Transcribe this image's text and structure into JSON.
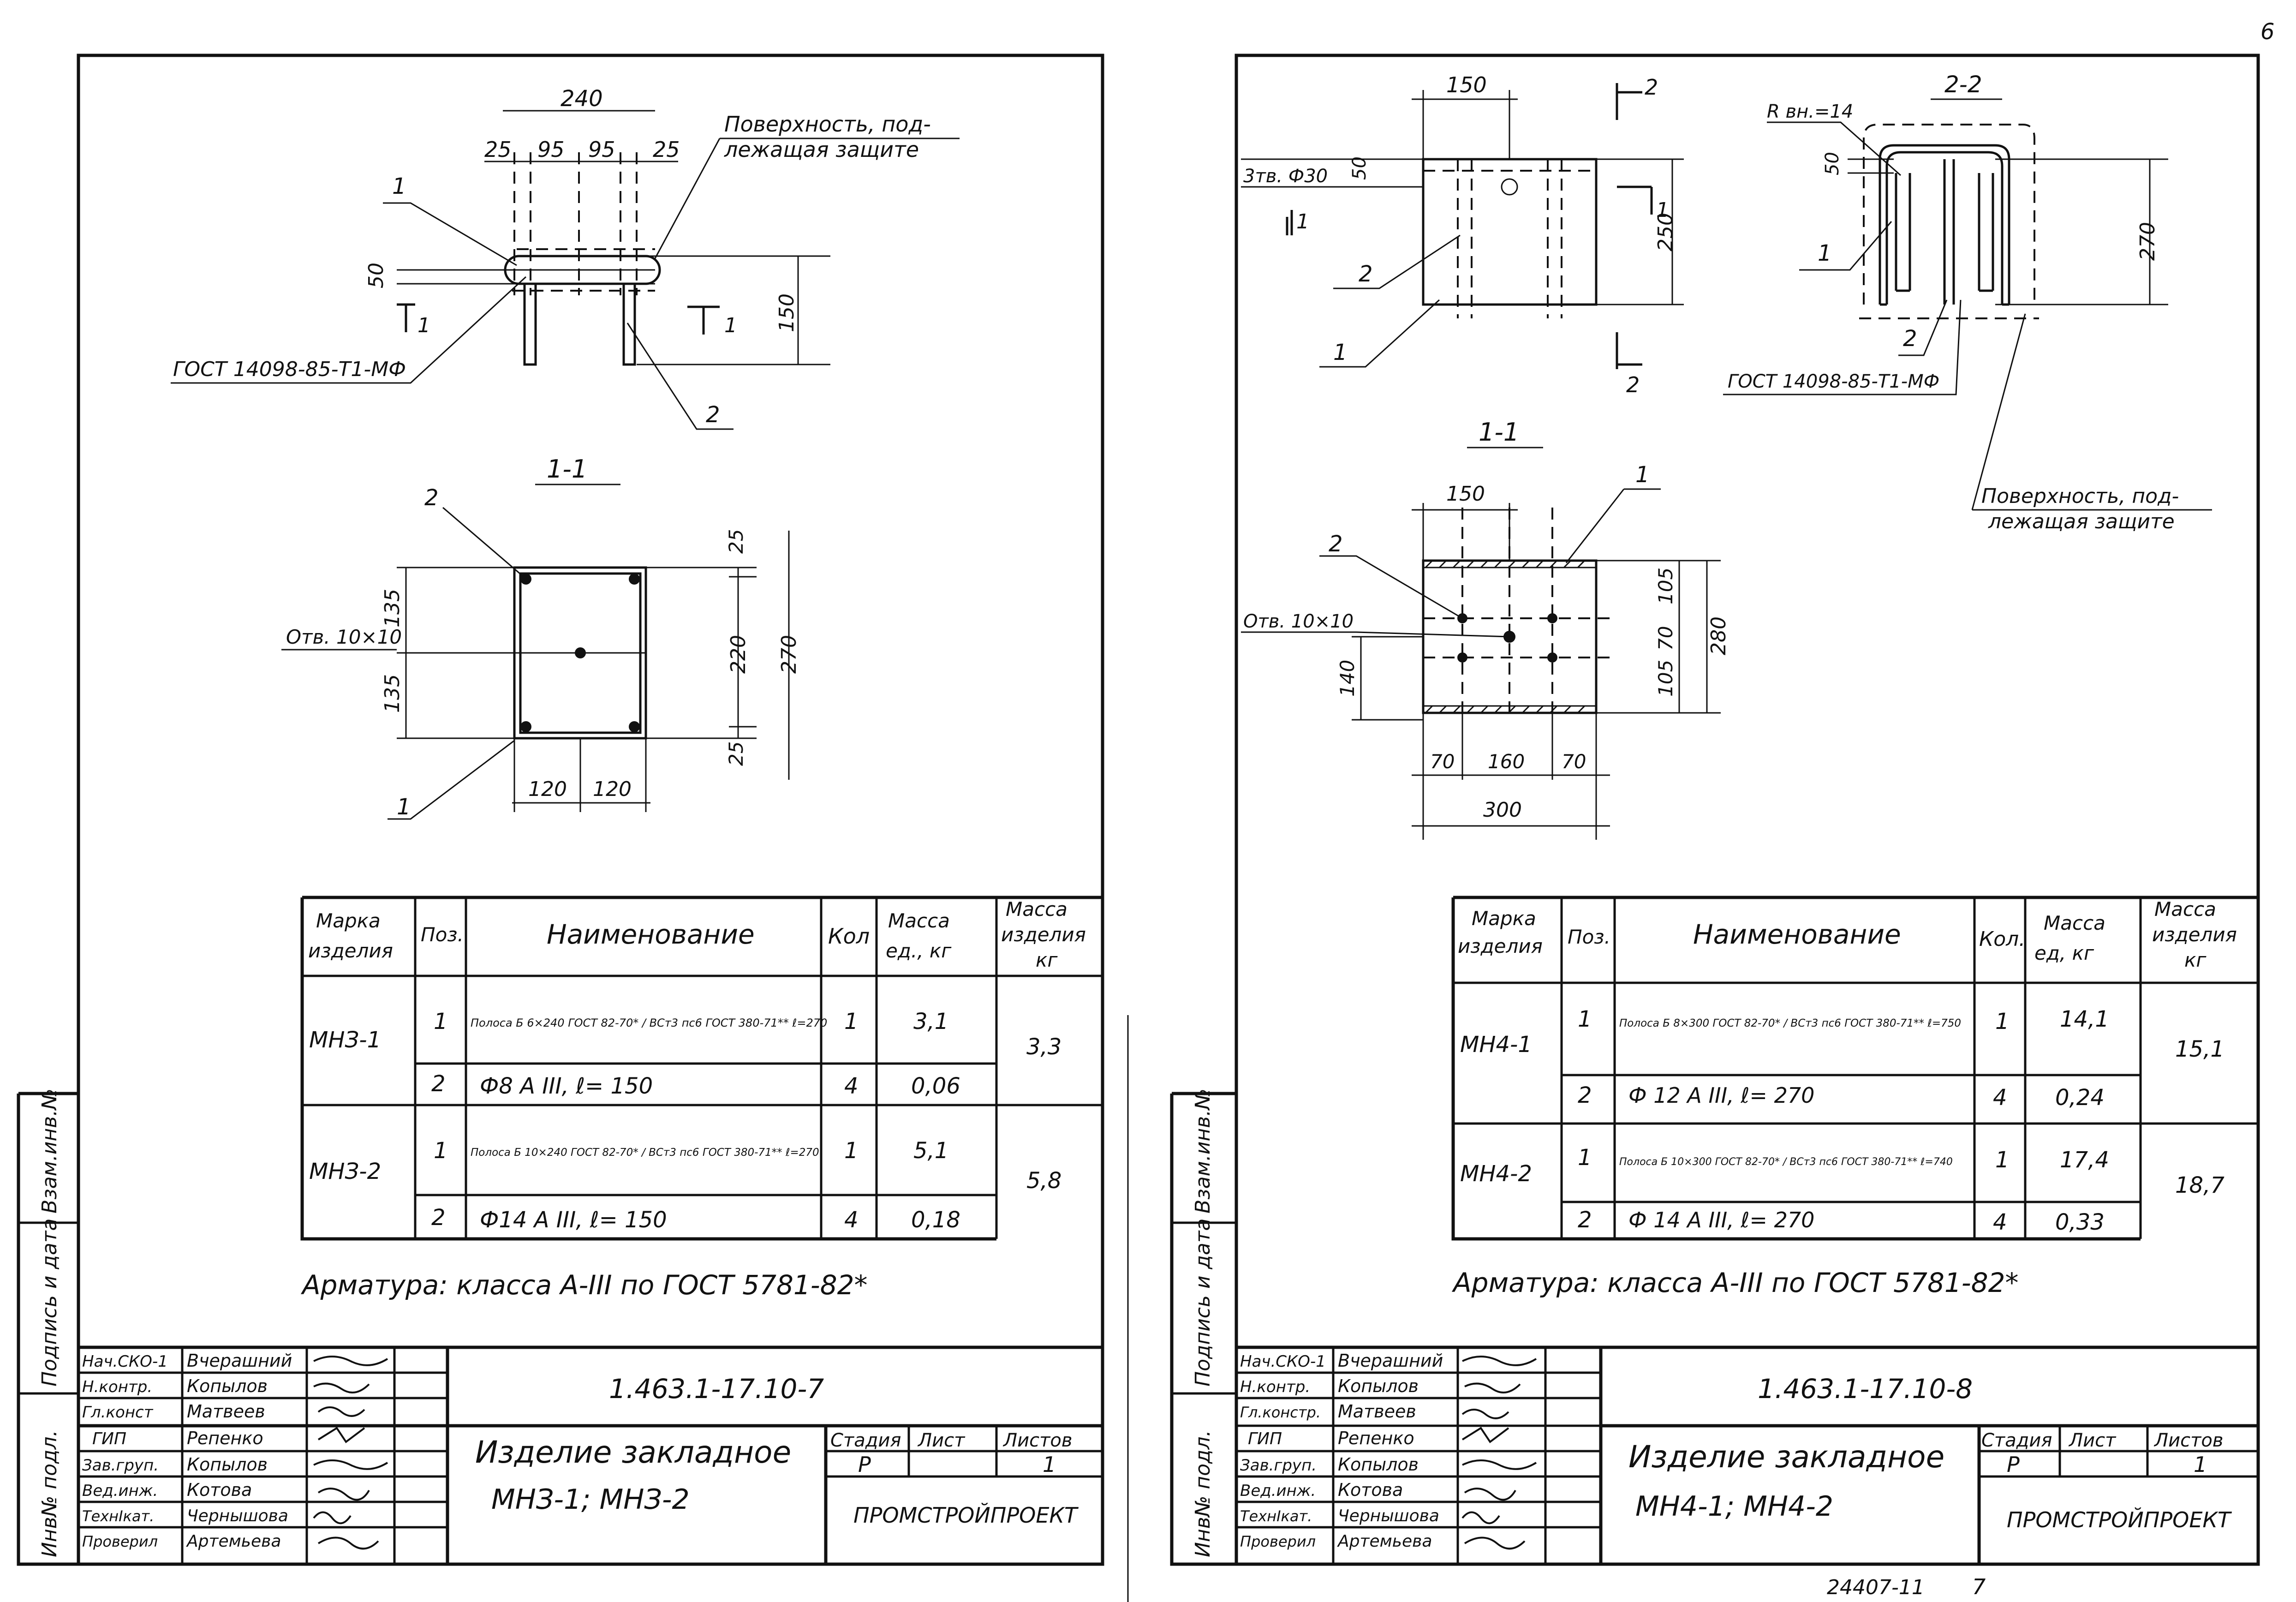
{
  "page_number": "6",
  "left_sheet": {
    "drawing": {
      "dim_total": "240",
      "dim_parts": [
        "25",
        "95",
        "95",
        "25"
      ],
      "surface_note_1": "Поверхность, под-",
      "surface_note_2": "лежащая защите",
      "pos_1": "1",
      "pos_2": "2",
      "dim_50": "50",
      "dim_150": "150",
      "weld": "ГОСТ 14098-85-Т1-МФ",
      "section_mark": "1",
      "section_title": "1-1",
      "hole": "Отв. 10×10",
      "dim_135a": "135",
      "dim_135b": "135",
      "dim_25a": "25",
      "dim_220": "220",
      "dim_270": "270",
      "dim_25b": "25",
      "dim_120a": "120",
      "dim_120b": "120"
    },
    "table": {
      "headers": [
        "Марка изделия",
        "Поз.",
        "Наименование",
        "Кол",
        "Масса ед., кг",
        "Масса изделия кг"
      ],
      "rows": [
        {
          "mark": "МНЗ-1",
          "pos": "1",
          "name": "Полоса Б 6×240 ГОСТ 82-70* / ВСт3 пс6 ГОСТ 380-71** ℓ=270",
          "qty": "1",
          "mass": "3,1",
          "total": "3,3"
        },
        {
          "mark": "",
          "pos": "2",
          "name": "Ф8 А III, ℓ= 150",
          "qty": "4",
          "mass": "0,06",
          "total": ""
        },
        {
          "mark": "МНЗ-2",
          "pos": "1",
          "name": "Полоса Б 10×240 ГОСТ 82-70* / ВСт3 пс6 ГОСТ 380-71** ℓ=270",
          "qty": "1",
          "mass": "5,1",
          "total": "5,8"
        },
        {
          "mark": "",
          "pos": "2",
          "name": "Ф14 А III, ℓ= 150",
          "qty": "4",
          "mass": "0,18",
          "total": ""
        }
      ]
    },
    "rebar_note": "Арматура: класса А-III по ГОСТ 5781-82*",
    "side_stamp": [
      "Инв№ подл.",
      "Подпись и дата",
      "Взам.инв.№"
    ],
    "title_block": {
      "roles": [
        "Нач.СКО-1",
        "Н.контр.",
        "Гл.конст",
        "ГИП",
        "Зав.груп.",
        "Вед.инж.",
        "ТехнIкат.",
        "Проверил"
      ],
      "names": [
        "Вчерашний",
        "Копылов",
        "Матвеев",
        "Репенко",
        "Копылов",
        "Котова",
        "Чернышова",
        "Артемьева"
      ],
      "doc_code": "1.463.1-17.10-7",
      "title_line1": "Изделие закладное",
      "title_line2": "МНЗ-1;  МНЗ-2",
      "stage_label": "Стадия",
      "sheet_label": "Лист",
      "sheets_label": "Листов",
      "stage": "Р",
      "sheet": "",
      "sheets": "1",
      "org": "ПРОМСТРОЙПРОЕКТ"
    }
  },
  "right_sheet": {
    "drawing": {
      "dim_150a": "150",
      "sec2_mark_top": "2",
      "sec2_mark_bottom": "2",
      "hole_top": "3тв. Ф30",
      "dim_50": "50",
      "dim_250": "250",
      "sec1_mark_left": "1",
      "sec1_mark_right": "1",
      "pos_2a": "2",
      "pos_1a": "1",
      "sec22_title": "2-2",
      "radius": "R вн.=14",
      "dim_50b": "50",
      "dim_270": "270",
      "pos_1b": "1",
      "pos_2b": "2",
      "weld": "ГОСТ 14098-85-Т1-МФ",
      "surface_note_1": "Поверхность, под-",
      "surface_note_2": "лежащая защите",
      "sec11_title": "1-1",
      "pos_1c": "1",
      "dim_150b": "150",
      "pos_2c": "2",
      "hole": "Отв. 10×10",
      "dim_140": "140",
      "dim_105a": "105",
      "dim_70v": "70",
      "dim_105b": "105",
      "dim_280": "280",
      "dim_70a": "70",
      "dim_160": "160",
      "dim_70b": "70",
      "dim_300": "300"
    },
    "table": {
      "headers": [
        "Марка изделия",
        "Поз.",
        "Наименование",
        "Кол.",
        "Масса ед, кг",
        "Масса изделия кг"
      ],
      "rows": [
        {
          "mark": "МН4-1",
          "pos": "1",
          "name": "Полоса Б 8×300 ГОСТ 82-70* / ВСт3 пс6 ГОСТ 380-71** ℓ=750",
          "qty": "1",
          "mass": "14,1",
          "total": "15,1"
        },
        {
          "mark": "",
          "pos": "2",
          "name": "Ф 12 А III, ℓ= 270",
          "qty": "4",
          "mass": "0,24",
          "total": ""
        },
        {
          "mark": "МН4-2",
          "pos": "1",
          "name": "Полоса Б 10×300 ГОСТ 82-70* / ВСт3 пс6 ГОСТ 380-71** ℓ=740",
          "qty": "1",
          "mass": "17,4",
          "total": "18,7"
        },
        {
          "mark": "",
          "pos": "2",
          "name": "Ф 14 А III, ℓ= 270",
          "qty": "4",
          "mass": "0,33",
          "total": ""
        }
      ]
    },
    "rebar_note": "Арматура: класса А-III по ГОСТ 5781-82*",
    "side_stamp": [
      "Инв№ подл.",
      "Подпись и дата",
      "Взам.инв.№"
    ],
    "title_block": {
      "roles": [
        "Нач.СКО-1",
        "Н.контр.",
        "Гл.констр.",
        "ГИП",
        "Зав.груп.",
        "Вед.инж.",
        "ТехнIкат.",
        "Проверил"
      ],
      "names": [
        "Вчерашний",
        "Копылов",
        "Матвеев",
        "Репенко",
        "Копылов",
        "Котова",
        "Чернышова",
        "Артемьева"
      ],
      "doc_code": "1.463.1-17.10-8",
      "title_line1": "Изделие закладное",
      "title_line2": "МН4-1;  МН4-2",
      "stage_label": "Стадия",
      "sheet_label": "Лист",
      "sheets_label": "Листов",
      "stage": "Р",
      "sheet": "",
      "sheets": "1",
      "org": "ПРОМСТРОЙПРОЕКТ"
    },
    "footer_code": "24407-11",
    "footer_page": "7"
  }
}
